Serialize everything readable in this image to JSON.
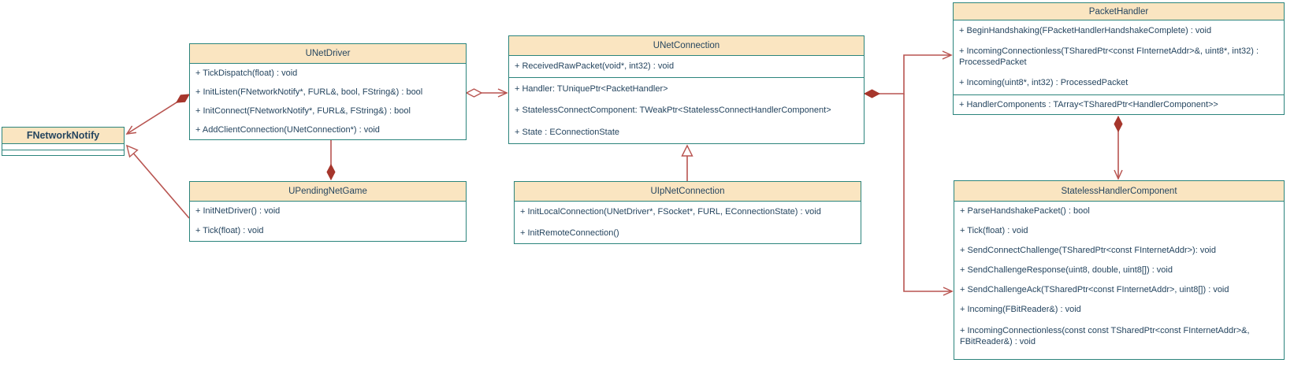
{
  "diagram": {
    "kind": "uml-class-diagram",
    "colors": {
      "header_fill": "#FAE5C1",
      "box_border": "#2B847C",
      "text": "#25455F",
      "relation_line": "#B85450",
      "relation_diamond_fill": "#A6362C",
      "background": "#FFFFFF"
    },
    "classes": {
      "fnetworknotify": {
        "title": "FNetworkNotify",
        "methods": []
      },
      "unetdriver": {
        "title": "UNetDriver",
        "methods": [
          "+ TickDispatch(float) : void",
          "+ InitListen(FNetworkNotify*, FURL&, bool, FString&) : bool",
          "+ InitConnect(FNetworkNotify*, FURL&, FString&) : bool",
          "+ AddClientConnection(UNetConnection*) : void"
        ]
      },
      "upendingnetgame": {
        "title": "UPendingNetGame",
        "methods": [
          "+ InitNetDriver() : void",
          "+ Tick(float) : void"
        ]
      },
      "unetconnection": {
        "title": "UNetConnection",
        "methods": [
          "+ ReceivedRawPacket(void*, int32) : void"
        ],
        "attributes": [
          "+ Handler: TUniquePtr<PacketHandler>",
          "+ StatelessConnectComponent: TWeakPtr<StatelessConnectHandlerComponent>",
          "+ State : EConnectionState"
        ]
      },
      "uipnetconnection": {
        "title": "UIpNetConnection",
        "methods": [
          "+ InitLocalConnection(UNetDriver*, FSocket*, FURL, EConnectionState) : void",
          "+ InitRemoteConnection()"
        ]
      },
      "packethandler": {
        "title": "PacketHandler",
        "methods": [
          "+ BeginHandshaking(FPacketHandlerHandshakeComplete) : void",
          "+ IncomingConnectionless(TSharedPtr<const FInternetAddr>&, uint8*, int32) : ProcessedPacket",
          "+ Incoming(uint8*, int32) : ProcessedPacket"
        ],
        "attributes": [
          "+ HandlerComponents : TArray<TSharedPtr<HandlerComponent>>"
        ]
      },
      "statelesshandlercomponent": {
        "title": "StatelessHandlerComponent",
        "methods": [
          "+ ParseHandshakePacket() : bool",
          "+ Tick(float) : void",
          "+ SendConnectChallenge(TSharedPtr<const FInternetAddr>): void",
          "+ SendChallengeResponse(uint8, double, uint8[]) : void",
          "+ SendChallengeAck(TSharedPtr<const FInternetAddr>, uint8[]) : void",
          "+ Incoming(FBitReader&) : void",
          "+ IncomingConnectionless(const const TSharedPtr<const FInternetAddr>&, FBitReader&) : void"
        ]
      }
    },
    "relationships": [
      {
        "from": "UNetDriver",
        "to": "FNetworkNotify",
        "from_marker": "filled-diamond",
        "to_marker": "open-arrow",
        "type": "composition"
      },
      {
        "from": "UPendingNetGame",
        "to": "FNetworkNotify",
        "from_marker": "none",
        "to_marker": "hollow-triangle",
        "type": "generalization"
      },
      {
        "from": "UPendingNetGame",
        "to": "UNetDriver",
        "from_marker": "filled-diamond",
        "to_marker": "none",
        "type": "composition"
      },
      {
        "from": "UNetDriver",
        "to": "UNetConnection",
        "from_marker": "hollow-diamond",
        "to_marker": "open-arrow",
        "type": "aggregation"
      },
      {
        "from": "UIpNetConnection",
        "to": "UNetConnection",
        "from_marker": "none",
        "to_marker": "hollow-triangle",
        "type": "generalization"
      },
      {
        "from": "UNetConnection",
        "to": "PacketHandler",
        "from_marker": "filled-diamond",
        "to_marker": "open-arrow",
        "type": "composition"
      },
      {
        "from": "UNetConnection",
        "to": "StatelessHandlerComponent",
        "from_marker": "filled-diamond",
        "to_marker": "open-arrow",
        "type": "composition"
      },
      {
        "from": "PacketHandler",
        "to": "StatelessHandlerComponent",
        "from_marker": "filled-diamond",
        "to_marker": "open-arrow",
        "type": "composition"
      }
    ]
  }
}
